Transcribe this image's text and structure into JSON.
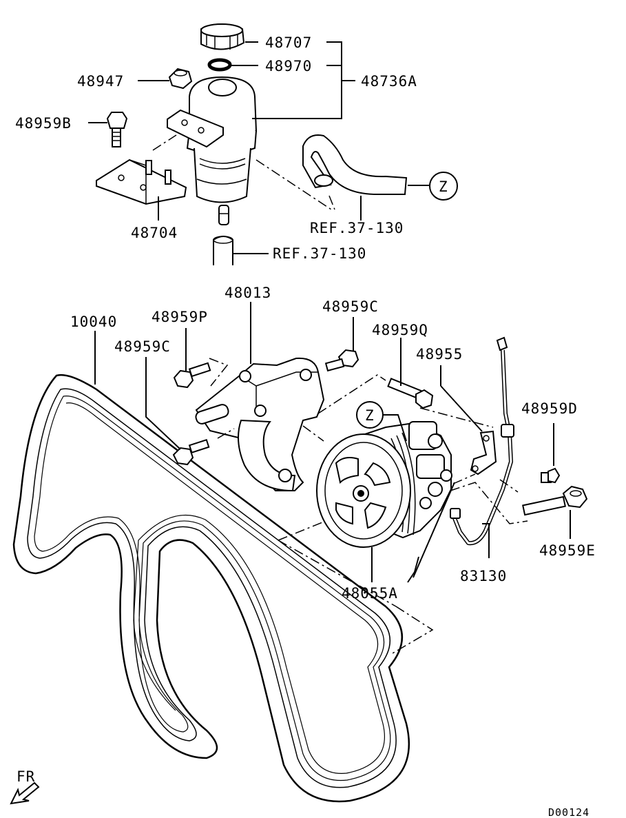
{
  "diagram_code": "D00124",
  "front_indicator": "FR",
  "callouts": {
    "cap": "48707",
    "o_ring": "48970",
    "reservoir_assy": "48736A",
    "nut": "48947",
    "bolt_b": "48959B",
    "bracket": "48704",
    "ref_hose": "REF.37-130",
    "ref_pipe": "REF.37-130",
    "ref_z_top": "Z",
    "ref_z_pump": "Z",
    "belt": "10040",
    "pump_bracket": "48013",
    "bolt_p": "48959P",
    "bolt_c_left": "48959C",
    "bolt_c_top": "48959C",
    "bolt_q": "48959Q",
    "stay": "48955",
    "bolt_d": "48959D",
    "bolt_e": "48959E",
    "pump_assy": "48055A",
    "harness": "83130"
  }
}
